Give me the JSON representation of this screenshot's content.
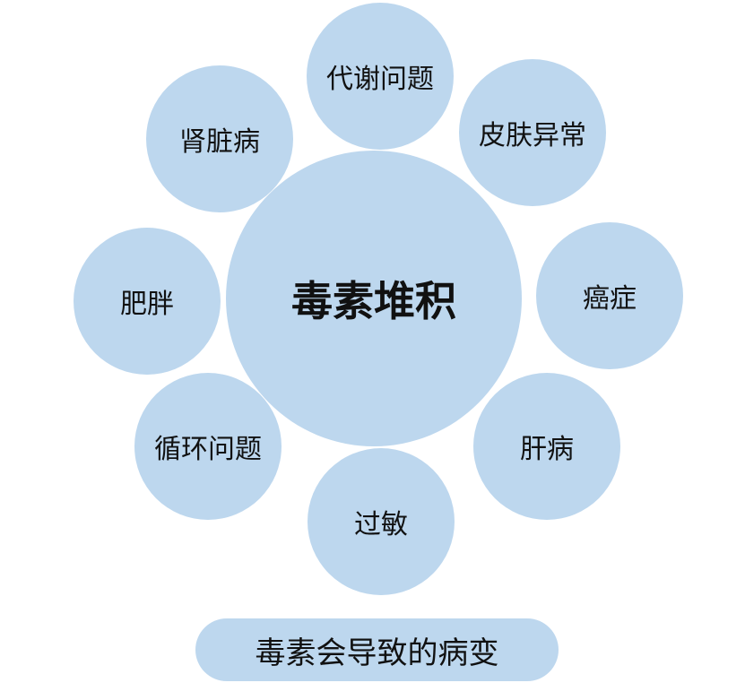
{
  "colors": {
    "circle": "#bdd7ee",
    "text": "#111111"
  },
  "center": {
    "label": "毒素堆积"
  },
  "effects": [
    {
      "label": "代谢问题"
    },
    {
      "label": "皮肤异常"
    },
    {
      "label": "癌症"
    },
    {
      "label": "肝病"
    },
    {
      "label": "过敏"
    },
    {
      "label": "循环问题"
    },
    {
      "label": "肥胖"
    },
    {
      "label": "肾脏病"
    }
  ],
  "caption": "毒素会导致的病变"
}
